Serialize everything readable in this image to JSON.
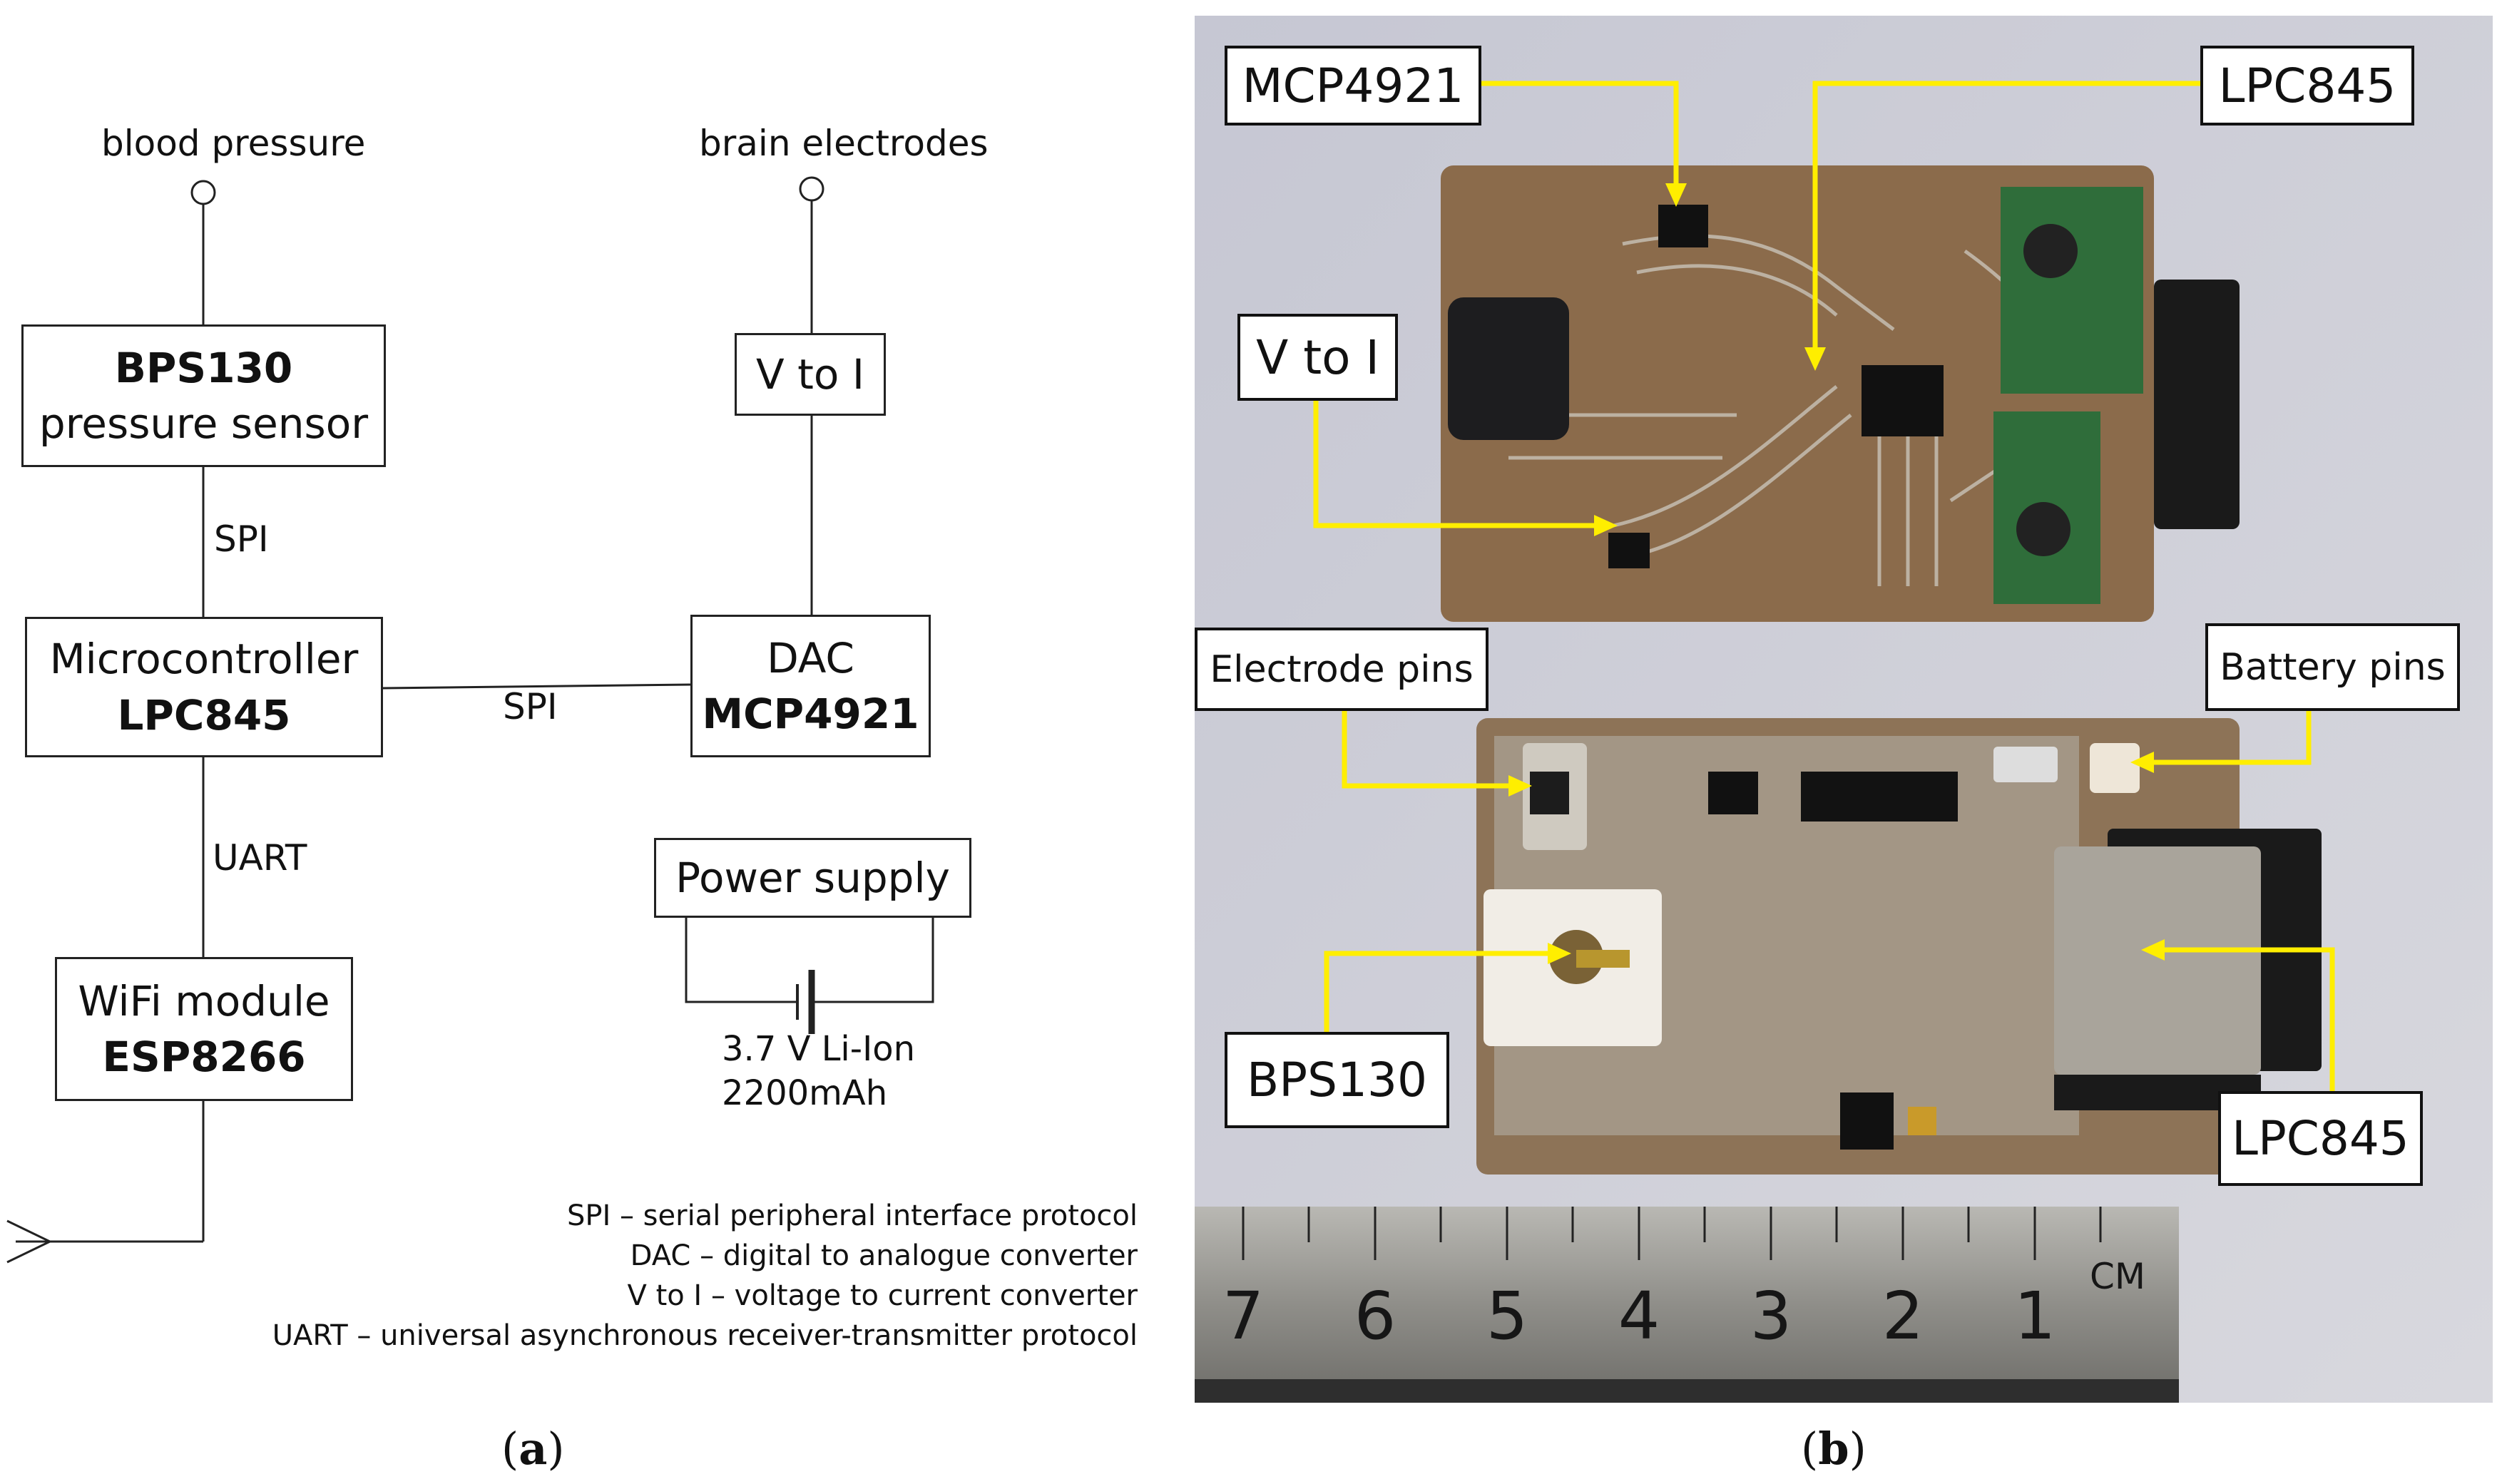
{
  "panel_a": {
    "terminals": {
      "blood_pressure": "blood pressure",
      "brain_electrodes": "brain electrodes"
    },
    "blocks": {
      "sensor": {
        "line1": "BPS130",
        "line2": "pressure sensor"
      },
      "mcu": {
        "line1": "Microcontroller",
        "line2": "LPC845"
      },
      "wifi": {
        "line1": "WiFi module",
        "line2": "ESP8266"
      },
      "v_to_i": {
        "line1": "V to I"
      },
      "dac": {
        "line1": "DAC",
        "line2": "MCP4921"
      },
      "power": {
        "line1": "Power supply"
      }
    },
    "links": {
      "sensor_mcu": "SPI",
      "mcu_dac": "SPI",
      "mcu_wifi": "UART"
    },
    "battery": {
      "line1": "3.7 V Li-Ion",
      "line2": "2200mAh"
    },
    "legend": [
      "SPI – serial peripheral interface protocol",
      "DAC – digital to analogue converter",
      "V to I – voltage to current converter",
      "UART – universal asynchronous receiver-transmitter protocol"
    ],
    "caption": {
      "open": "(",
      "letter": "a",
      "close": ")"
    }
  },
  "panel_b": {
    "labels": {
      "mcp4921": "MCP4921",
      "lpc845_top": "LPC845",
      "v_to_i": "V to I",
      "electrode_pins": "Electrode pins",
      "battery_pins": "Battery pins",
      "bps130": "BPS130",
      "lpc845_bottom": "LPC845"
    },
    "ruler": {
      "numbers": [
        "7",
        "6",
        "5",
        "4",
        "3",
        "2",
        "1"
      ],
      "unit": "CM"
    },
    "colors": {
      "annotation_arrow": "#ffee00",
      "background": "#cfcfd9",
      "board": "#8a6a4a"
    },
    "caption": {
      "open": "(",
      "letter": "b",
      "close": ")"
    }
  }
}
